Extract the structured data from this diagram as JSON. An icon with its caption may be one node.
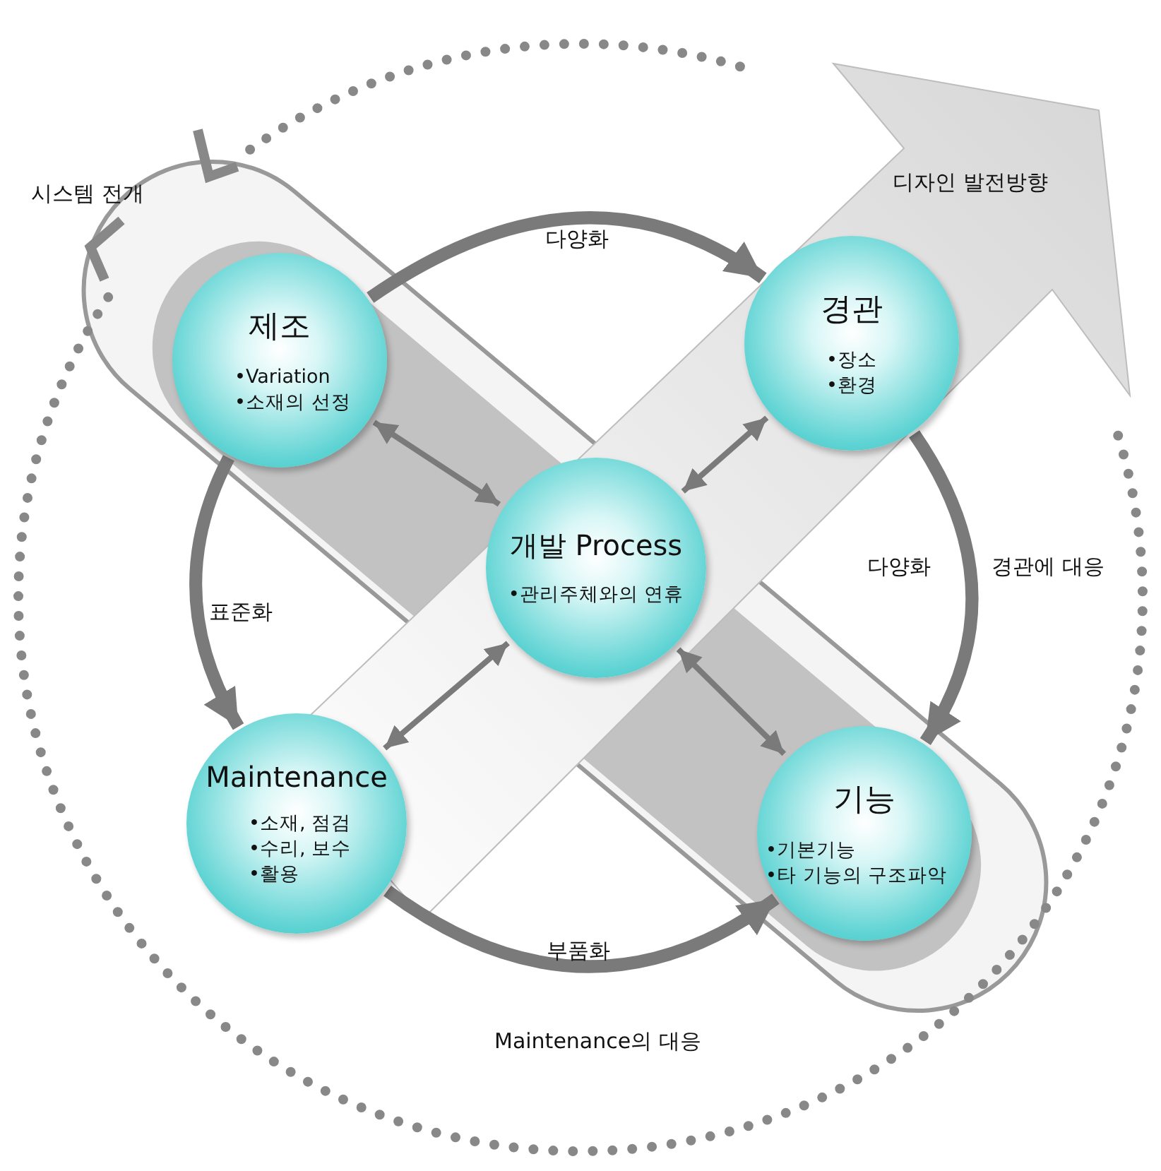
{
  "diagram": {
    "nodes": [
      {
        "text": [
          "제조",
          "•Variation",
          "•소재의 선정"
        ]
      },
      {
        "text": [
          "경관",
          "•장소",
          "•환경"
        ]
      },
      {
        "text": [
          "개발 Process",
          "•관리주체와의 연휴"
        ]
      },
      {
        "text": [
          "Maintenance",
          "•소재, 점검",
          "•수리, 보수",
          "•활용"
        ]
      },
      {
        "text": [
          "기능",
          "•기본기능",
          "•타 기능의 구조파악"
        ]
      }
    ],
    "edges": [
      {
        "from": 0,
        "to": 1,
        "arrow": "to",
        "label": "다양화",
        "style": "thick"
      },
      {
        "from": 1,
        "to": 4,
        "arrow": "to",
        "label": "다양화",
        "style": "thick"
      },
      {
        "from": 0,
        "to": 3,
        "arrow": "to",
        "label": "표준화",
        "style": "thick"
      },
      {
        "from": 3,
        "to": 4,
        "arrow": "to",
        "label": "부품화",
        "style": "thick"
      },
      {
        "from": 2,
        "to": 0,
        "arrow": "both"
      },
      {
        "from": 2,
        "to": 1,
        "arrow": "both"
      },
      {
        "from": 2,
        "to": 3,
        "arrow": "both"
      },
      {
        "from": 2,
        "to": 4,
        "arrow": "both"
      }
    ],
    "labels": [
      "시스템 전개",
      "디자인 발전방향",
      "경관에 대응",
      "Maintenance의 대응"
    ]
  }
}
